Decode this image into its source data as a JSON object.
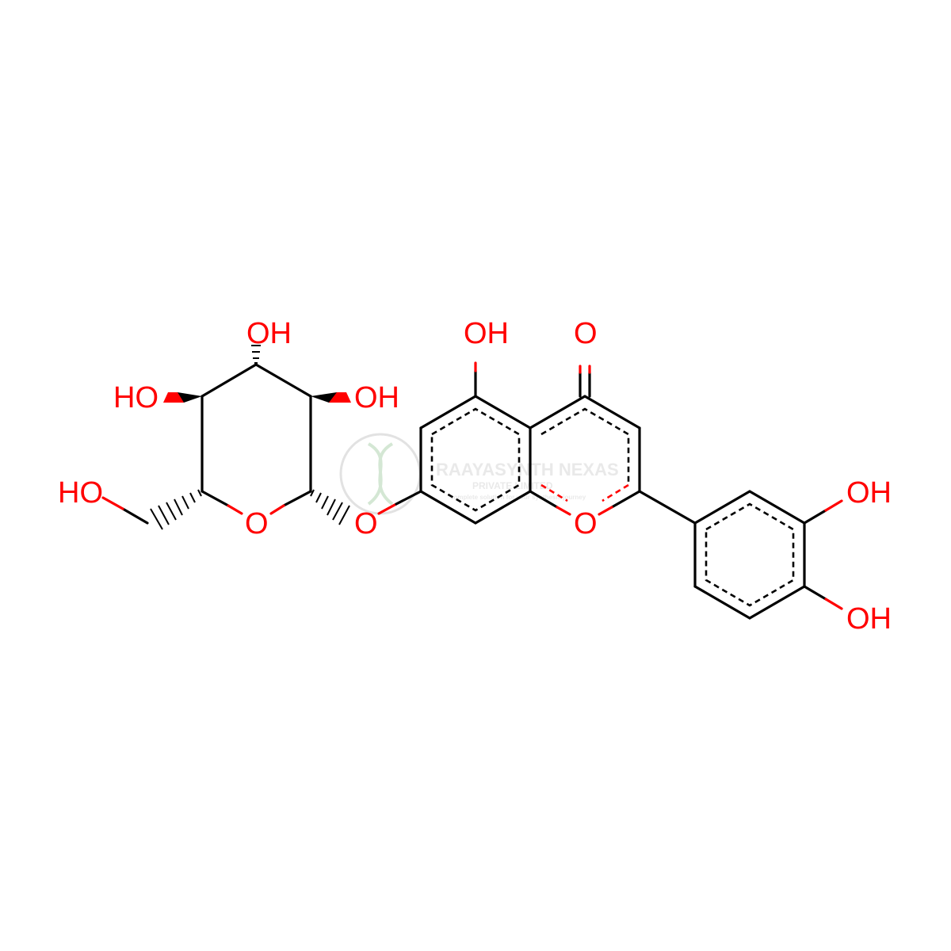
{
  "molecule": {
    "atom_labels": {
      "oh_glc_top": "OH",
      "ho_glc_left": "HO",
      "oh_glc_right": "OH",
      "ho_ch2": "HO",
      "o_ring_glc": "O",
      "o_glycosidic": "O",
      "oh_5": "OH",
      "o_carbonyl": "O",
      "o_ring_chromone": "O",
      "oh_3prime": "OH",
      "oh_4prime": "OH"
    }
  },
  "watermark": {
    "company": "RAAYASYNTH NEXAS",
    "subtitle": "PRIVATE LIMITED",
    "tagline": "complete solution for your synthesis journey"
  },
  "colors": {
    "bond": "#000000",
    "heteroatom": "#ff0000",
    "watermark": "#bdbdbd"
  }
}
